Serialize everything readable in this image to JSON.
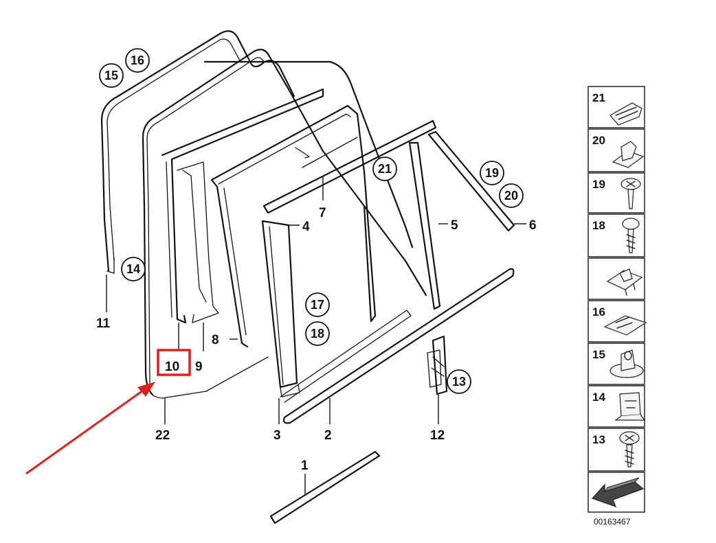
{
  "callouts": {
    "c1": "1",
    "c2": "2",
    "c3": "3",
    "c4": "4",
    "c5": "5",
    "c6": "6",
    "c7": "7",
    "c8": "8",
    "c9": "9",
    "c10": "10",
    "c11": "11",
    "c12": "12",
    "c22": "22"
  },
  "circle_callouts": {
    "c13": "13",
    "c14": "14",
    "c15": "15",
    "c16": "16",
    "c17": "17",
    "c18": "18",
    "c19": "19",
    "c20": "20",
    "c21": "21"
  },
  "legend": {
    "items": [
      {
        "number": "21",
        "icon": "clip-icon"
      },
      {
        "number": "20",
        "icon": "bracket-clip-icon"
      },
      {
        "number": "19",
        "icon": "phillips-screw-icon"
      },
      {
        "number": "18",
        "icon": "flat-screw-icon"
      },
      {
        "number": "",
        "icon": "nut-clip-icon"
      },
      {
        "number": "16",
        "icon": "spring-clip-icon"
      },
      {
        "number": "15",
        "icon": "expanding-rivet-icon"
      },
      {
        "number": "14",
        "icon": "snap-clip-icon"
      },
      {
        "number": "13",
        "icon": "collar-screw-icon"
      },
      {
        "number": "",
        "icon": "arrow-icon"
      }
    ],
    "diagram_id": "00163467"
  },
  "highlight": {
    "target": "10",
    "color": "#e02020"
  }
}
